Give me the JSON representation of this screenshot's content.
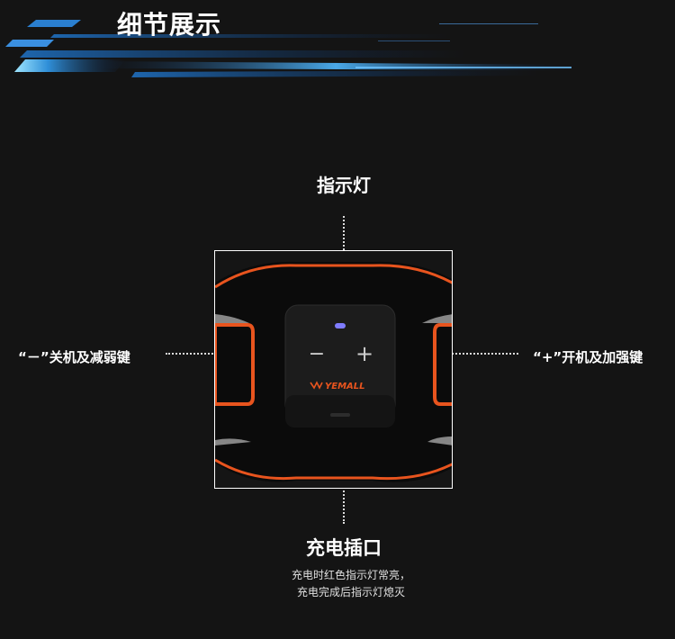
{
  "section": {
    "title": "细节展示"
  },
  "callouts": {
    "indicator": "指示灯",
    "minus_key": "“－”关机及减弱键",
    "plus_key": "“+”开机及加强键",
    "charging_port": "充电插口"
  },
  "note": {
    "line1": "充电时红色指示灯常亮，",
    "line2": "充电完成后指示灯熄灭"
  },
  "device": {
    "minus_symbol": "−",
    "plus_symbol": "+",
    "brand": "YEMALL"
  },
  "colors": {
    "background": "#141414",
    "accent_orange": "#e8541e",
    "indicator_light": "#7f7cff",
    "streak_blue": "#2f8fd8"
  }
}
